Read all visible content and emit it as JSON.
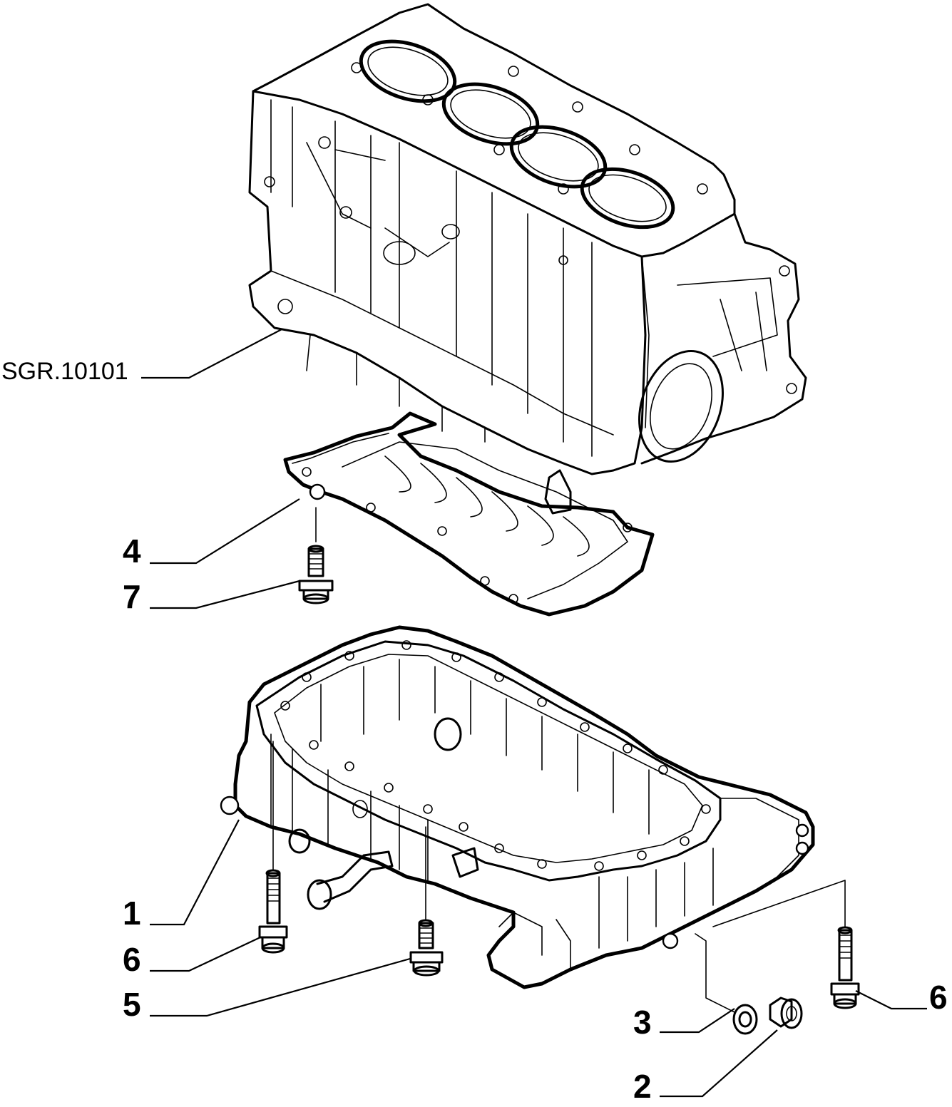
{
  "reference_label": "SGR.10101",
  "callouts": [
    {
      "id": "c4",
      "text": "4"
    },
    {
      "id": "c7",
      "text": "7"
    },
    {
      "id": "c1",
      "text": "1"
    },
    {
      "id": "c6a",
      "text": "6"
    },
    {
      "id": "c5",
      "text": "5"
    },
    {
      "id": "c6b",
      "text": "6"
    },
    {
      "id": "c3",
      "text": "3"
    },
    {
      "id": "c2",
      "text": "2"
    }
  ],
  "parts": [
    {
      "name": "cylinder-block"
    },
    {
      "name": "oil-baffle-plate"
    },
    {
      "name": "oil-sump-pan"
    },
    {
      "name": "short-bolt"
    },
    {
      "name": "long-bolt"
    },
    {
      "name": "pan-bolt"
    },
    {
      "name": "drain-plug-washer"
    },
    {
      "name": "drain-plug"
    }
  ]
}
